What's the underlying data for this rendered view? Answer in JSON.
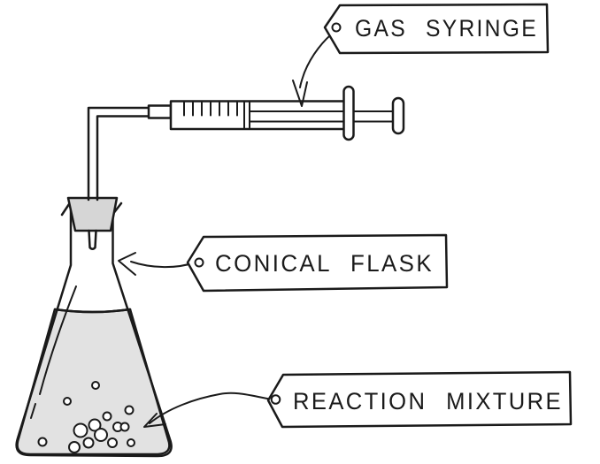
{
  "labels": {
    "gas_syringe": "GAS SYRINGE",
    "conical_flask": "CONICAL FLASK",
    "reaction_mixture": "REACTION MIXTURE"
  },
  "colors": {
    "ink": "#1a1a1a",
    "background": "#ffffff",
    "liquid": "#e2e2e2",
    "stopper": "#d6d6d6",
    "bubble": "#ffffff"
  }
}
